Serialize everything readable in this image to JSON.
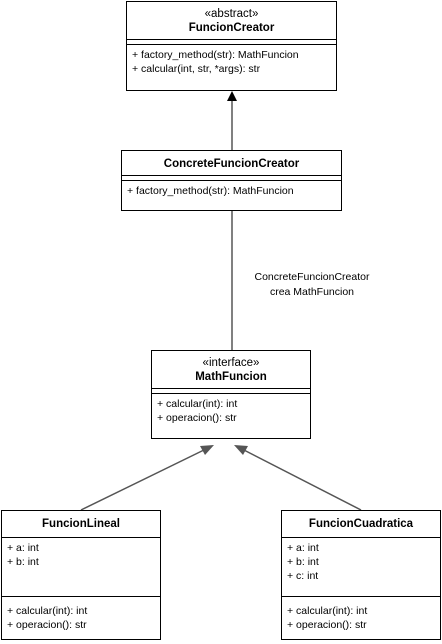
{
  "classes": {
    "funcion_creator": {
      "stereotype": "«abstract»",
      "name": "FuncionCreator",
      "methods": [
        "+ factory_method(str): MathFuncion",
        "+ calcular(int, str, *args): str"
      ]
    },
    "concrete_creator": {
      "name": "ConcreteFuncionCreator",
      "methods": [
        "+ factory_method(str): MathFuncion"
      ]
    },
    "math_funcion": {
      "stereotype": "«interface»",
      "name": "MathFuncion",
      "methods": [
        "+ calcular(int): int",
        "+ operacion(): str"
      ]
    },
    "funcion_lineal": {
      "name": "FuncionLineal",
      "attributes": [
        "+ a: int",
        "+ b: int"
      ],
      "methods": [
        "+ calcular(int): int",
        "+ operacion(): str"
      ]
    },
    "funcion_cuadratica": {
      "name": "FuncionCuadratica",
      "attributes": [
        "+ a: int",
        "+ b: int",
        "+ c: int"
      ],
      "methods": [
        "+ calcular(int): int",
        "+ operacion(): str"
      ]
    }
  },
  "association_label": [
    "ConcreteFuncionCreator",
    "crea MathFuncion"
  ],
  "colors": {
    "line": "#000000",
    "arrow": "#555555"
  }
}
